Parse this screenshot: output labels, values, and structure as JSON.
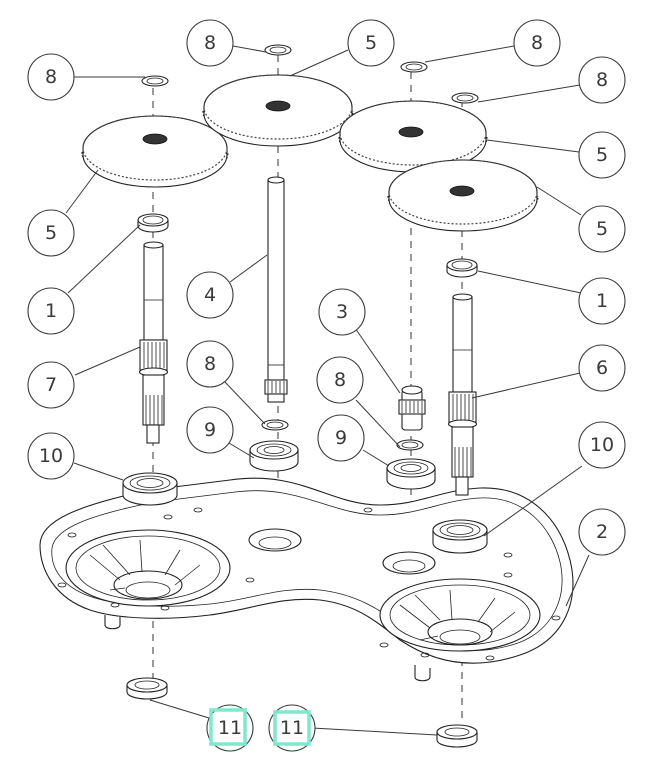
{
  "diagram": {
    "title": "Gearbox exploded view",
    "parts": [
      {
        "id": "part-1-left",
        "type": "oil-seal"
      },
      {
        "id": "part-1-right",
        "type": "oil-seal"
      },
      {
        "id": "part-2",
        "type": "gearbox-housing"
      },
      {
        "id": "part-3",
        "type": "idler-pinion"
      },
      {
        "id": "part-4",
        "type": "shaft"
      },
      {
        "id": "part-5",
        "type": "spur-gear",
        "count": 4
      },
      {
        "id": "part-6",
        "type": "splined-output-shaft"
      },
      {
        "id": "part-7",
        "type": "splined-output-shaft"
      },
      {
        "id": "part-8",
        "type": "washer"
      },
      {
        "id": "part-9",
        "type": "bearing"
      },
      {
        "id": "part-10",
        "type": "bearing"
      },
      {
        "id": "part-11",
        "type": "oil-seal"
      }
    ],
    "callouts": [
      {
        "label": "8",
        "name": "callout-8-top-left"
      },
      {
        "label": "8",
        "name": "callout-8-top-center"
      },
      {
        "label": "5",
        "name": "callout-5-top-center"
      },
      {
        "label": "8",
        "name": "callout-8-top-right"
      },
      {
        "label": "8",
        "name": "callout-8-right"
      },
      {
        "label": "5",
        "name": "callout-5-left"
      },
      {
        "label": "5",
        "name": "callout-5-right-upper"
      },
      {
        "label": "5",
        "name": "callout-5-right-lower"
      },
      {
        "label": "1",
        "name": "callout-1-left"
      },
      {
        "label": "4",
        "name": "callout-4"
      },
      {
        "label": "1",
        "name": "callout-1-right"
      },
      {
        "label": "3",
        "name": "callout-3"
      },
      {
        "label": "7",
        "name": "callout-7"
      },
      {
        "label": "8",
        "name": "callout-8-center-left"
      },
      {
        "label": "8",
        "name": "callout-8-center-right"
      },
      {
        "label": "6",
        "name": "callout-6"
      },
      {
        "label": "9",
        "name": "callout-9-left"
      },
      {
        "label": "9",
        "name": "callout-9-right"
      },
      {
        "label": "10",
        "name": "callout-10-left"
      },
      {
        "label": "10",
        "name": "callout-10-right"
      },
      {
        "label": "2",
        "name": "callout-2"
      },
      {
        "label": "11",
        "name": "callout-11-left",
        "highlighted": true
      },
      {
        "label": "11",
        "name": "callout-11-right",
        "highlighted": true
      }
    ],
    "highlight_color": "#7fe8cf"
  }
}
